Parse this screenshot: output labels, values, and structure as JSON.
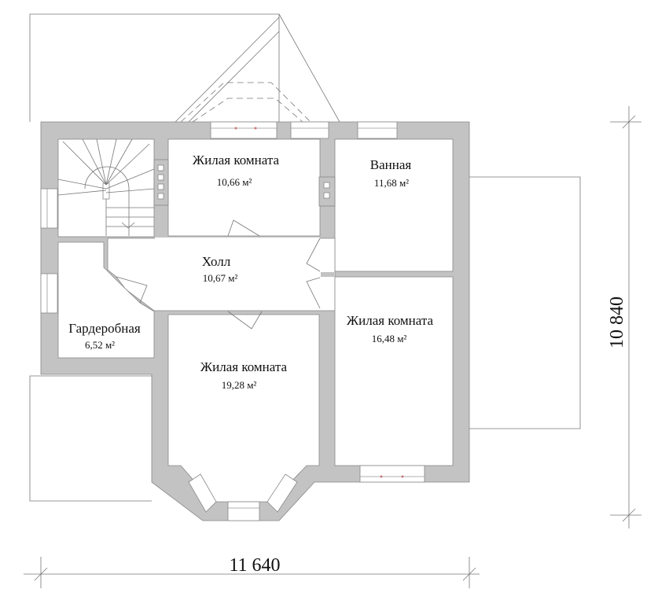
{
  "plan": {
    "rooms": [
      {
        "id": "living-room-1",
        "name": "Жилая комната",
        "area": "10,66 м²"
      },
      {
        "id": "bathroom",
        "name": "Ванная",
        "area": "11,68 м²"
      },
      {
        "id": "hall",
        "name": "Холл",
        "area": "10,67 м²"
      },
      {
        "id": "wardrobe",
        "name": "Гардеробная",
        "area": "6,52 м²"
      },
      {
        "id": "living-room-2",
        "name": "Жилая комната",
        "area": "19,28 м²"
      },
      {
        "id": "living-room-3",
        "name": "Жилая комната",
        "area": "16,48 м²"
      }
    ],
    "dimensions": {
      "width": "11 640",
      "depth": "10 840"
    },
    "colors": {
      "wall": "#c3c3c3",
      "line": "#888888"
    }
  }
}
